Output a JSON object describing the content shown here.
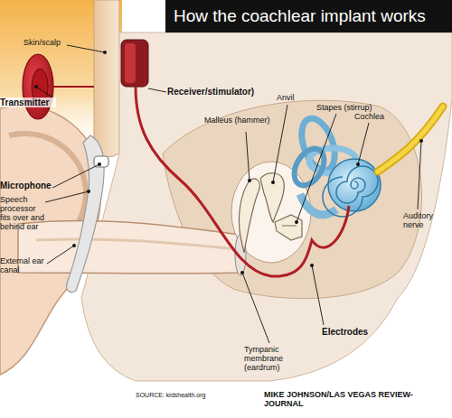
{
  "diagram": {
    "title": "How the coachlear implant works",
    "labels": [
      "Skin/scalp",
      "Transmitter",
      "Receiver/stimulator)",
      "Microphone",
      "Speech processor fits over and behind ear",
      "Malleus (hammer)",
      "Anvil",
      "Stapes (stirrup)",
      "Cochlea",
      "Auditory nerve",
      "External ear canal",
      "Tympanic membrane (eardrum)",
      "Electrodes",
      "SOURCE: kidshealth.org",
      "MIKE JOHNSON/LAS VEGAS REVIEW-JOURNAL"
    ]
  }
}
